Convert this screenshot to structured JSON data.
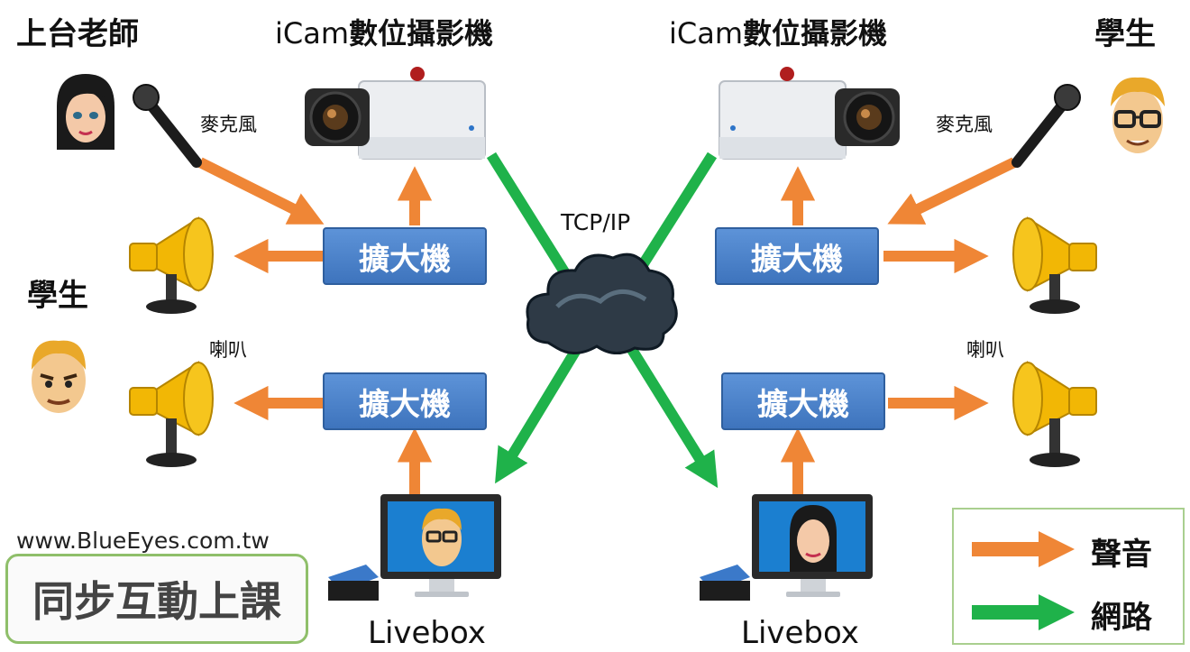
{
  "titles": {
    "teacher": "上台老師",
    "student_top_right": "學生",
    "student_left": "學生"
  },
  "cameras": {
    "left_label_latin": "iCam",
    "left_label_cjk": "數位攝影機",
    "right_label_latin": "iCam",
    "right_label_cjk": "數位攝影機"
  },
  "labels": {
    "microphone_left": "麥克風",
    "microphone_right": "麥克風",
    "speaker_left": "喇叭",
    "speaker_right": "喇叭",
    "network": "TCP/IP"
  },
  "amplifiers": {
    "top_left": "擴大機",
    "bottom_left": "擴大機",
    "top_right": "擴大機",
    "bottom_right": "擴大機"
  },
  "livebox": {
    "left": "Livebox",
    "right": "Livebox"
  },
  "footer": {
    "website": "www.BlueEyes.com.tw",
    "course_title": "同步互動上課"
  },
  "legend": {
    "sound_label": "聲音",
    "network_label": "網路",
    "sound_color": "#ef8636",
    "network_color": "#1fb24a"
  }
}
